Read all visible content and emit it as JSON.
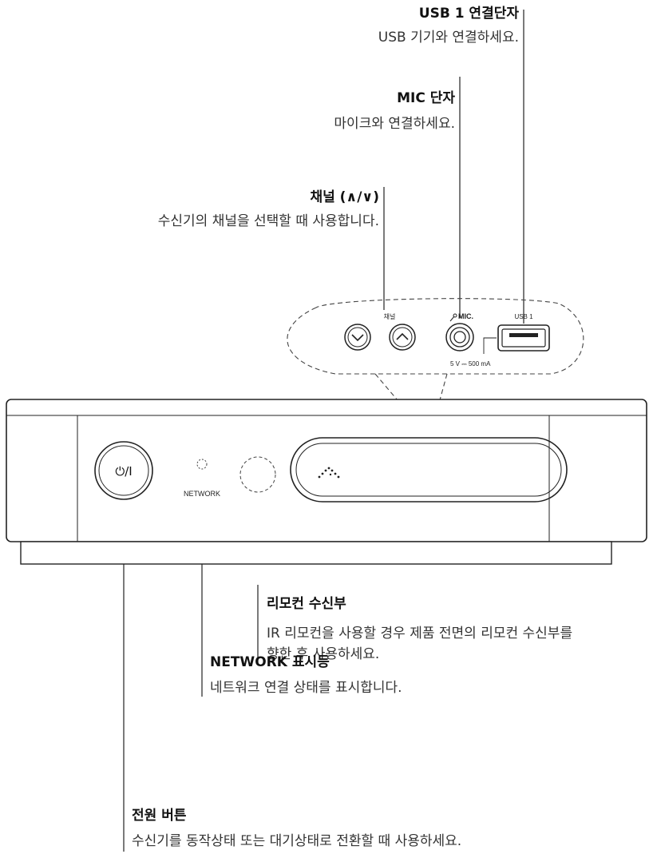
{
  "callouts": {
    "usb": {
      "title": "USB 1 연결단자",
      "desc": "USB 기기와 연결하세요."
    },
    "mic": {
      "title": "MIC 단자",
      "desc": "마이크와 연결하세요."
    },
    "channel": {
      "title": "채널 (∧/∨)",
      "desc": "수신기의 채널을 선택할 때 사용합니다."
    },
    "remote": {
      "title": "리모컨 수신부",
      "desc_line1": "IR 리모컨을 사용할 경우 제품 전면의 리모컨 수신부를",
      "desc_line2": "향한 후 사용하세요."
    },
    "network": {
      "title": "NETWORK 표시등",
      "desc": "네트워크 연결 상태를 표시합니다."
    },
    "power": {
      "title": "전원 버튼",
      "desc": "수신기를 동작상태 또는 대기상태로 전환할 때 사용하세요."
    }
  },
  "device": {
    "power_label": "⏻/I",
    "network_label": "NETWORK",
    "channel_label": "채널",
    "mic_label": "MIC.",
    "usb_label": "USB 1",
    "usb_power_label": "5 V ⎓ 500 mA"
  },
  "icons": {
    "channel_down": "chevron-down-icon",
    "channel_up": "chevron-up-icon",
    "mic": "microphone-icon",
    "usb": "usb-port-icon",
    "logo": "logo-icon"
  }
}
